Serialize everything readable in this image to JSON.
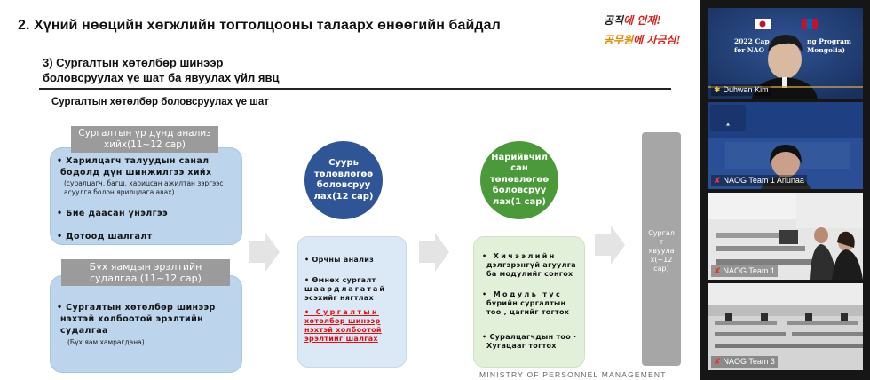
{
  "slide": {
    "title": "2. Хүний нөөцийн хөгжлийн тогтолцооны талаарх өнөөгийн байдал",
    "slogan_line1_a": "공직",
    "slogan_line1_b": "에 인재!",
    "slogan_line2_a": "공무원",
    "slogan_line2_b": "에 자긍심!",
    "subtitle_line1": "3) Сургалтын хөтөлбөр шинээр",
    "subtitle_line2": "боловсруулах үе шат ба явуулах үйл явц",
    "section_heading": "Сургалтын хөтөлбөр боловсруулах үе шат",
    "panel1": {
      "tab_line1": "Сургалтын үр дүнд анализ",
      "tab_line2": "хийх(11~12 сар)",
      "item1_line1": "• Харилцагч талуудын санал",
      "item1_line2": "бодолд дүн шинжилгээ хийх",
      "item1_note_line1": "(суралцагч, багш, харицсан ажилтан зэргээс",
      "item1_note_line2": "асуулга болон ярилцлага авах)",
      "item2": "• Бие даасан үнэлгээ",
      "item3": "• Дотоод шалгалт"
    },
    "panel2": {
      "tab_line1": "Бүх яамдын эрэлтийн",
      "tab_line2": "судалгаа (11~12 сар)",
      "item1_line1": "• Сургалтын хөтөлбөр шинээр",
      "item1_line2": "нэхтэй холбоотой эрэлтийн",
      "item1_line3": "судалгаа",
      "item1_note": "(Бүх яам хамрагдана)"
    },
    "circle1": {
      "line1": "Суурь",
      "line2": "төлөвлөгөө",
      "line3": "боловсруу",
      "line4": "лах(12 сар)"
    },
    "box1": {
      "item1": "• Орчны анализ",
      "item2_line1": "• Өмнөх сургалт",
      "item2_line2": "шаардлагатай",
      "item2_line3": "эсэхийг нягтлах",
      "item3_line1": "• Сургалтын",
      "item3_line2": "хөтөлбөр шинээр",
      "item3_line3": "нэхтэй холбоотой",
      "item3_line4": "эрэлтийг шалгах"
    },
    "circle2": {
      "line1": "Нарийвчил",
      "line2": "сан",
      "line3": "төлөвлөгөө",
      "line4": "боловсруу",
      "line5": "лах(1 сар)"
    },
    "box2": {
      "item1_line1": "• Хичээлийн",
      "item1_line2": "дэлгэрэнгүй агуулга",
      "item1_line3": "ба модулийг сонгох",
      "item2_line1": "• Модуль тус",
      "item2_line2": "бүрийн сургалтын",
      "item2_line3": "тоо , цагийг тогтох",
      "item3_line1": "• Суралцагчдын тоо ·",
      "item3_line2": "Хугацааг тогтох"
    },
    "gray_bar": {
      "line1": "Сургал",
      "line2": "т",
      "line3": "явуула",
      "line4": "х(~12",
      "line5": "сар)"
    },
    "footer": "MINISTRY OF PERSONNEL MANAGEMENT"
  },
  "participants": [
    {
      "name": "Duhwan Kim",
      "pinned": true,
      "muted": false,
      "banner_line1": "2022 Cap",
      "banner_line2": "for NAO",
      "banner_mid": "ng Program",
      "banner_mid2": "Mongolia)"
    },
    {
      "name": "NAOG Team 1 Ariunaa",
      "muted": true
    },
    {
      "name": "NAOG Team 1",
      "muted": true
    },
    {
      "name": "NAOG Team 3",
      "muted": true
    }
  ],
  "colors": {
    "panel_blue": "#bcd4ec",
    "circle_blue": "#2f5597",
    "circle_green": "#4a9a3a",
    "alert_red": "#e01010"
  }
}
